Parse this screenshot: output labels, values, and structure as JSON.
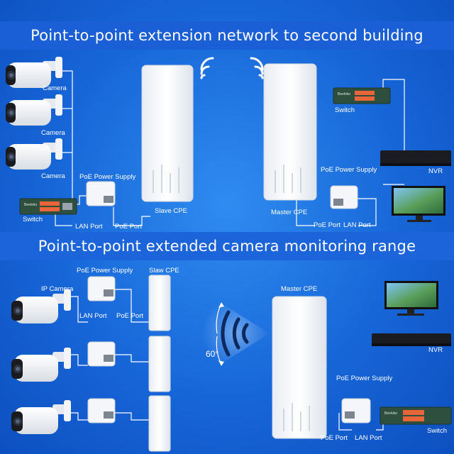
{
  "top": {
    "title": "Point-to-point extension network to second building",
    "labels": {
      "camera_1": "Camera",
      "camera_2": "Camera",
      "camera_3": "Camera",
      "switch_left": "Switch",
      "poe_left": "PoE Power Supply",
      "lan_port_left": "LAN Port",
      "poe_port_left": "PoE Port",
      "slave_cpe": "Slave CPE",
      "master_cpe": "Master CPE",
      "poe_right": "PoE Power Supply",
      "poe_port_right": "PoE Port",
      "lan_port_right": "LAN Port",
      "switch_right": "Switch",
      "nvr": "NVR"
    }
  },
  "bottom": {
    "title": "Point-to-point extended camera monitoring range",
    "labels": {
      "ip_camera": "IP Camera",
      "poe_supply_top": "PoE Power Supply",
      "slaw_cpe": "Slaw CPE",
      "lan_port": "LAN Port",
      "poe_port": "PoE Port",
      "angle": "60°",
      "master_cpe": "Master CPE",
      "nvr": "NVR",
      "poe_supply_right": "PoE Power Supply",
      "poe_port_right": "PoE Port",
      "lan_port_right": "LAN Port",
      "switch": "Switch"
    }
  },
  "brand": "Beelvbo",
  "colors": {
    "background": "#1766d8",
    "banner": "#1a5fd6",
    "line": "#ffffff",
    "switch": "#2e4f3e",
    "port_orange": "#e8663a"
  }
}
